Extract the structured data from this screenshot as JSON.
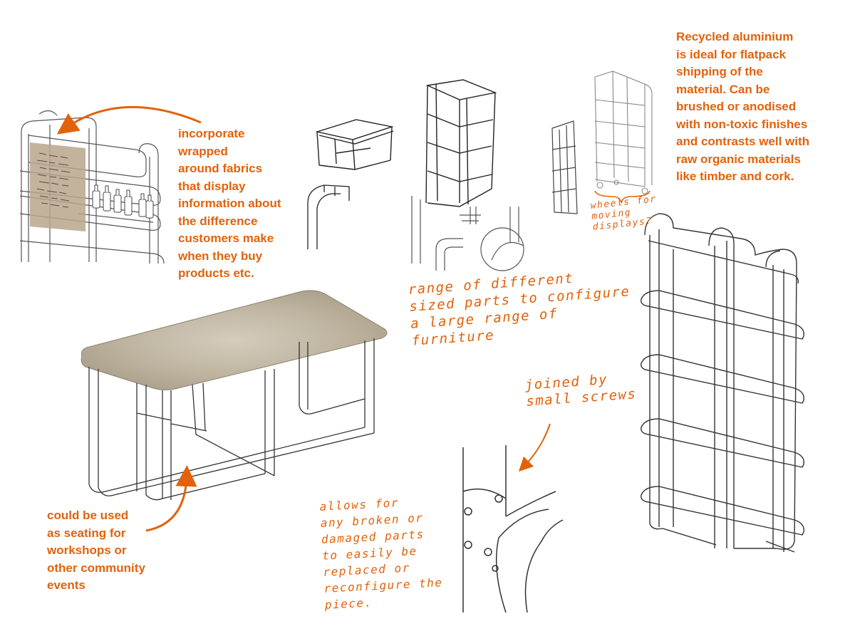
{
  "annotations": {
    "fabrics": "incorporate\nwrapped\naround fabrics\nthat display\ninformation about\nthe difference\ncustomers make\nwhen they buy\nproducts etc.",
    "aluminium": "Recycled aluminium\nis ideal for flatpack\nshipping of the\nmaterial. Can be\nbrushed or anodised\nwith non-toxic finishes\nand contrasts well with\nraw organic materials\nlike timber and cork.",
    "seating": "could be used\nas seating for\nworkshops or\nother community\nevents",
    "wheels": "wheels for\nmoving\ndisplays?",
    "parts": "range of different\nsized parts to configure\na large range of\nfurniture",
    "screws": "joined by\nsmall screws",
    "broken": "allows for\nany broken or\ndamaged parts\nto easily be\nreplaced or\nreconfigure the\npiece."
  },
  "colors": {
    "accent": "#e2620b",
    "line": "#2a2a2a",
    "tabletop": "#bdb39f",
    "fabric": "#b8a68c"
  }
}
